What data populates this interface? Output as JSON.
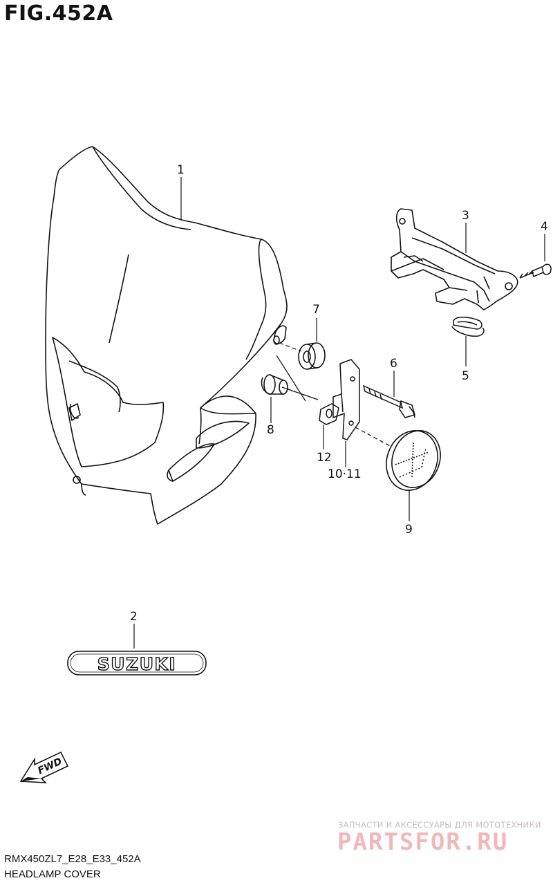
{
  "figure": {
    "title": "FIG.452A"
  },
  "callouts": [
    {
      "label": "1"
    },
    {
      "label": "2"
    },
    {
      "label": "3"
    },
    {
      "label": "4"
    },
    {
      "label": "5"
    },
    {
      "label": "6"
    },
    {
      "label": "7"
    },
    {
      "label": "8"
    },
    {
      "label": "9"
    },
    {
      "label": "10·11"
    },
    {
      "label": "12"
    }
  ],
  "emblem": {
    "text": "SUZUKI"
  },
  "fwd": {
    "text": "FWD"
  },
  "footer": {
    "model_code": "RMX450ZL7_E28_E33_452A",
    "section_name": "HEADLAMP COVER"
  },
  "watermark": {
    "tagline": "ЗАПЧАСТИ И АКСЕССУАРЫ ДЛЯ МОТОТЕХНИКИ",
    "brand": "PARTSFOR.RU"
  }
}
